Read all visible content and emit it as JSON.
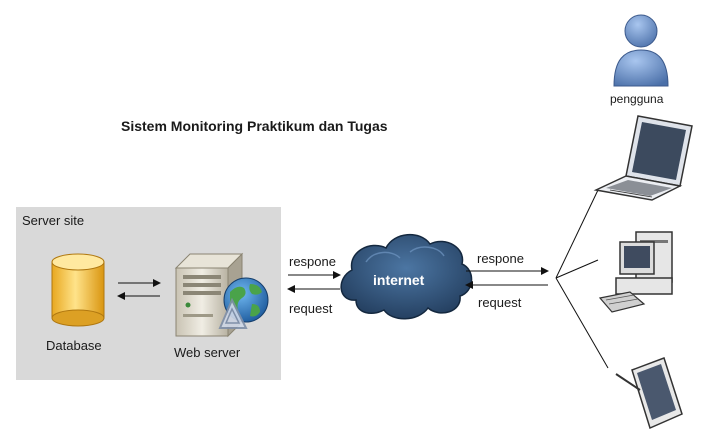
{
  "diagram": {
    "title": "Sistem Monitoring Praktikum dan Tugas",
    "server_site": {
      "label": "Server site",
      "database_label": "Database",
      "web_server_label": "Web server"
    },
    "network": {
      "cloud_label": "internet",
      "left_response": "respone",
      "left_request": "request",
      "right_response": "respone",
      "right_request": "request"
    },
    "clients": {
      "user_label": "pengguna",
      "devices": [
        "user-icon",
        "laptop-icon",
        "desktop-computer-icon",
        "tablet-icon"
      ]
    }
  },
  "colors": {
    "server_site_bg": "#d9d9d9",
    "cloud": "#2c4a6b",
    "database": "#f5c542",
    "user": "#6a8fc4"
  }
}
